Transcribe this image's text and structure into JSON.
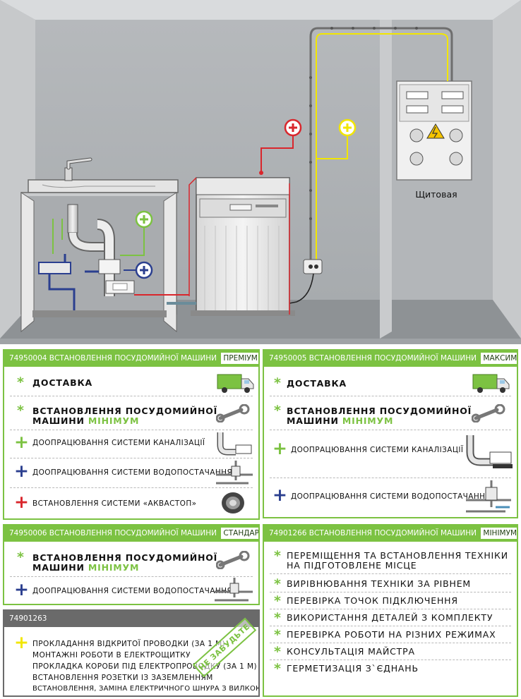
{
  "scene": {
    "panel_label": "Щитовая"
  },
  "colors": {
    "green": "#7cc242",
    "blue": "#2b3f8f",
    "red": "#d9262c",
    "yellow": "#f2e600",
    "gray": "#6a6a6a"
  },
  "panels": {
    "premium": {
      "code": "74950004",
      "title": "ВСТАНОВЛЕННЯ ПОСУДОМИЙНОЇ МАШИНИ",
      "tag": "ПРЕМІУМ",
      "items": [
        {
          "icon": "asterisk",
          "text": "ДОСТАВКА",
          "image": "delivery-van-icon"
        },
        {
          "icon": "asterisk",
          "line1": "ВСТАНОВЛЕННЯ ПОСУДОМИЙНОЇ",
          "line2": "МАШИНИ",
          "highlight": "МІНІМУМ",
          "image": "wrench-icon"
        },
        {
          "icon": "green-plus",
          "text": "ДООПРАЦЮВАННЯ СИСТЕМИ КАНАЛІЗАЦІЇ",
          "image": "sewer-pipe-icon"
        },
        {
          "icon": "blue-plus",
          "text": "ДООПРАЦЮВАННЯ СИСТЕМИ ВОДОПОСТАЧАННЯ",
          "image": "water-pipe-icon"
        },
        {
          "icon": "red-plus",
          "text": "ВСТАНОВЛЕННЯ СИСТЕМИ «АКВАСТОП»",
          "image": "aquastop-valve-icon"
        }
      ]
    },
    "maximum": {
      "code": "74950005",
      "title": "ВСТАНОВЛЕННЯ ПОСУДОМИЙНОЇ МАШИНИ",
      "tag": "МАКСИМУМ",
      "items": [
        {
          "icon": "asterisk",
          "text": "ДОСТАВКА",
          "image": "delivery-van-icon"
        },
        {
          "icon": "asterisk",
          "line1": "ВСТАНОВЛЕННЯ ПОСУДОМИЙНОЇ",
          "line2": "МАШИНИ",
          "highlight": "МІНІМУМ",
          "image": "wrench-icon"
        },
        {
          "icon": "green-plus",
          "text": "ДООПРАЦЮВАННЯ СИСТЕМИ КАНАЛІЗАЦІЇ",
          "image": "sewer-pipe-icon"
        },
        {
          "icon": "blue-plus",
          "text": "ДООПРАЦЮВАННЯ СИСТЕМИ ВОДОПОСТАЧАННЯ",
          "image": "water-pipe-icon"
        }
      ]
    },
    "standard": {
      "code": "74950006",
      "title": "ВСТАНОВЛЕННЯ ПОСУДОМИЙНОЇ МАШИНИ",
      "tag": "СТАНДАРТ",
      "items": [
        {
          "icon": "asterisk",
          "line1": "ВСТАНОВЛЕННЯ ПОСУДОМИЙНОЇ",
          "line2": "МАШИНИ",
          "highlight": "МІНІМУМ",
          "image": "wrench-icon"
        },
        {
          "icon": "blue-plus",
          "text": "ДООПРАЦЮВАННЯ СИСТЕМИ ВОДОПОСТАЧАННЯ",
          "image": "water-pipe-icon"
        }
      ]
    },
    "minimum": {
      "code": "74901266",
      "title": "ВСТАНОВЛЕННЯ ПОСУДОМИЙНОЇ МАШИНИ",
      "tag": "МІНІМУМ",
      "items": [
        {
          "line1": "ПЕРЕМІЩЕННЯ ТА ВСТАНОВЛЕННЯ ТЕХНІКИ",
          "line2": "НА ПІДГОТОВЛЕНЕ МІСЦЕ"
        },
        {
          "text": "ВИРІВНЮВАННЯ ТЕХНІКИ ЗА РІВНЕМ"
        },
        {
          "text": "ПЕРЕВІРКА ТОЧОК ПІДКЛЮЧЕННЯ"
        },
        {
          "text": "ВИКОРИСТАННЯ ДЕТАЛЕЙ З КОМПЛЕКТУ"
        },
        {
          "text": "ПЕРЕВІРКА РОБОТИ НА РІЗНИХ РЕЖИМАХ"
        },
        {
          "text": "КОНСУЛЬТАЦІЯ МАЙСТРА"
        },
        {
          "text": "ГЕРМЕТИЗАЦІЯ З`ЄДНАНЬ"
        }
      ]
    },
    "electric": {
      "code": "74901263",
      "stamp": "НЕ ЗАБУДЬТЕ",
      "lines": [
        "ПРОКЛАДАННЯ ВІДКРИТОЇ ПРОВОДКИ (ЗА 1 М)",
        "МОНТАЖНІ РОБОТИ В ЕЛЕКТРОЩИТКУ",
        "ПРОКЛАДКА КОРОБИ ПІД ЕЛЕКТРОПРОВОДКУ (ЗА 1 М)",
        "ВСТАНОВЛЕННЯ РОЗЕТКИ ІЗ ЗАЗЕМЛЕННЯМ",
        "ВСТАНОВЛЕННЯ, ЗАМІНА ЕЛЕКТРИЧНОГО ШНУРА З ВИЛКОЮ"
      ]
    }
  }
}
